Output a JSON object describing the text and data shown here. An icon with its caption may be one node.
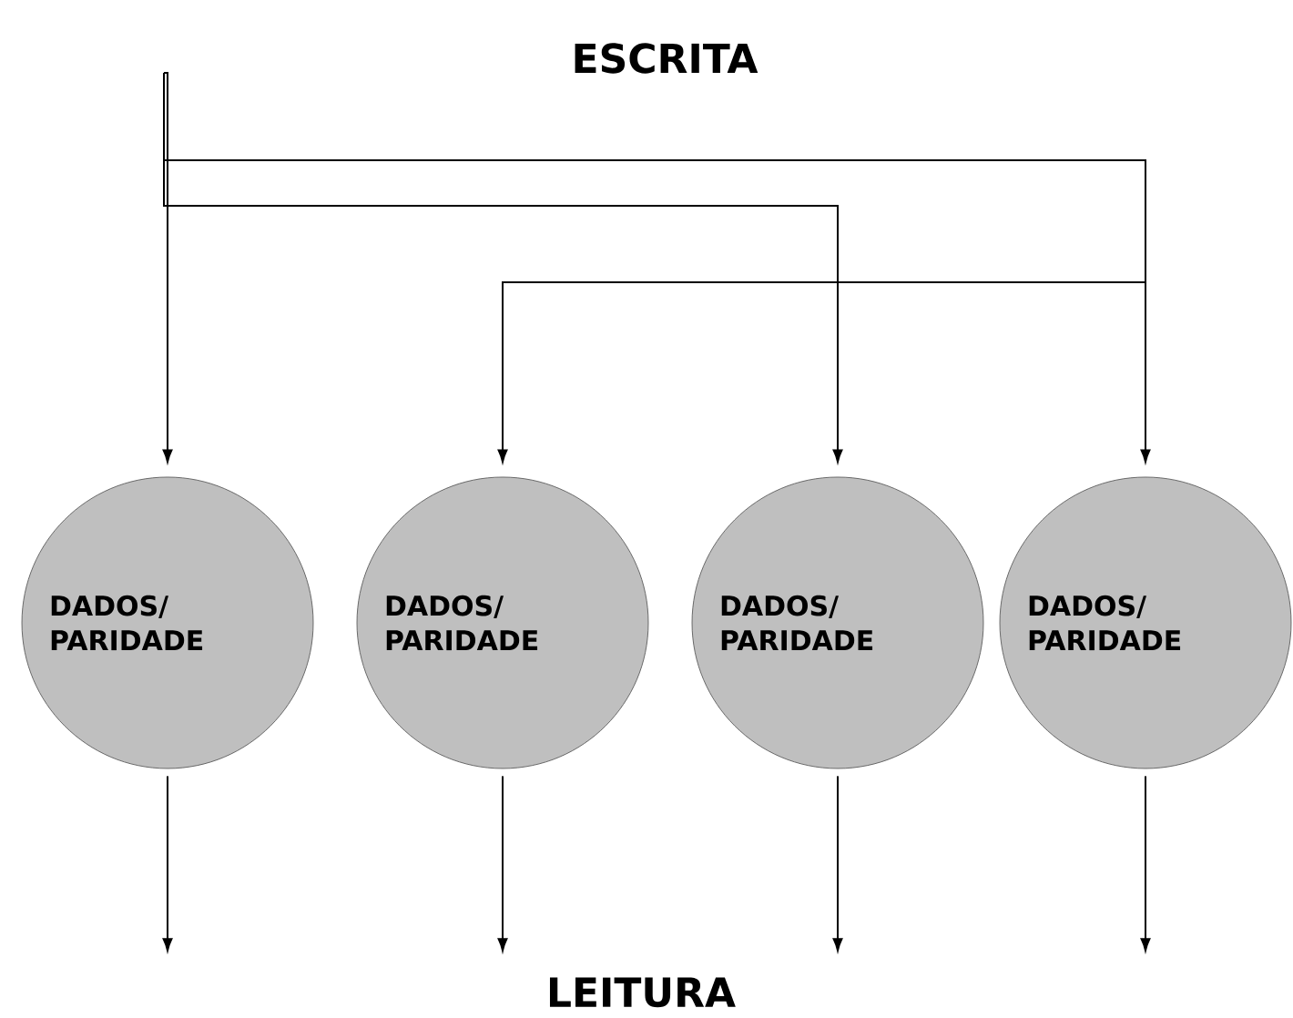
{
  "diagram": {
    "title": "ESCRITA",
    "nodes": [
      {
        "text": [
          "DADOS/ PARIDADE"
        ]
      },
      {
        "text": [
          "DADOS/ PARIDADE"
        ]
      },
      {
        "text": [
          "DADOS/ PARIDADE"
        ]
      },
      {
        "text": [
          "DADOS/ PARIDADE"
        ]
      }
    ],
    "edges": [
      {
        "from": null,
        "to": 0,
        "arrow": "to"
      },
      {
        "from": null,
        "to": 1,
        "arrow": "to"
      },
      {
        "from": null,
        "to": 2,
        "arrow": "to"
      },
      {
        "from": null,
        "to": 3,
        "arrow": "to"
      },
      {
        "from": 0,
        "to": null,
        "arrow": "to"
      },
      {
        "from": 1,
        "to": null,
        "arrow": "to"
      },
      {
        "from": 2,
        "to": null,
        "arrow": "to"
      },
      {
        "from": 3,
        "to": null,
        "arrow": "to"
      }
    ],
    "labels": [
      "LEITURA"
    ]
  }
}
